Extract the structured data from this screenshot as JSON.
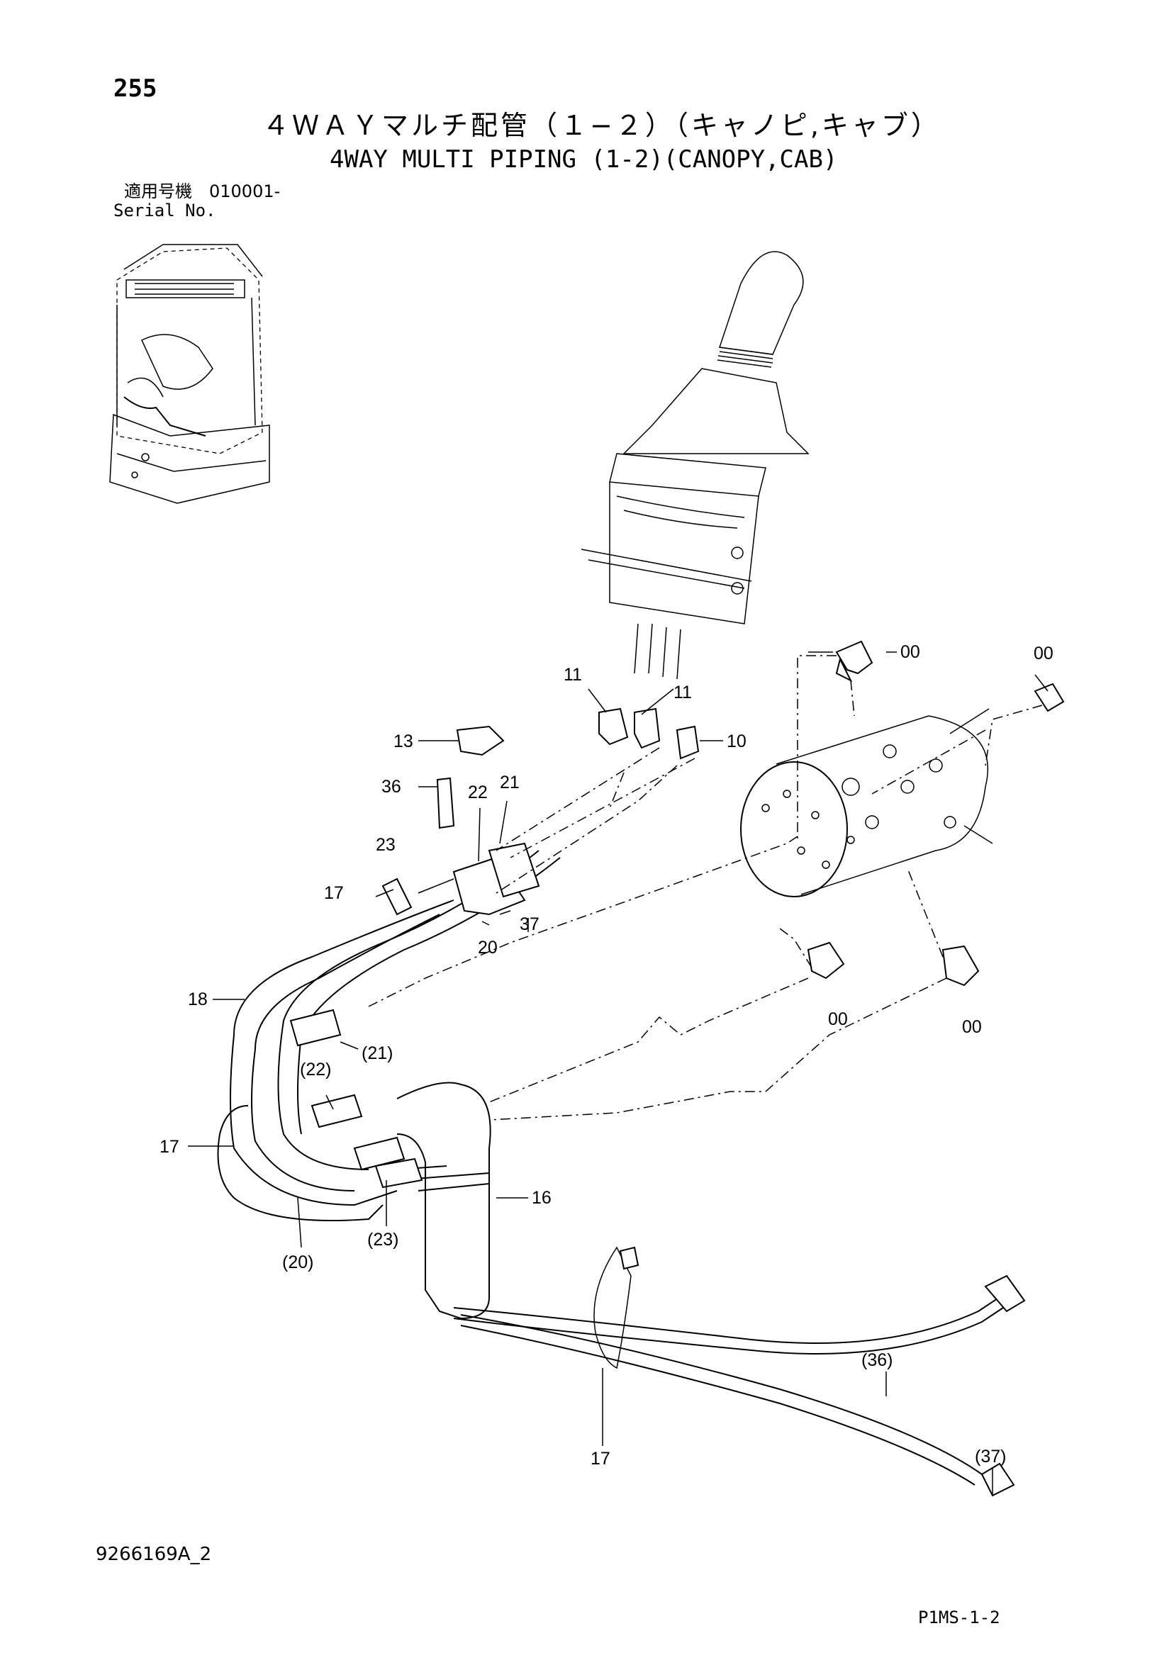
{
  "header": {
    "page_number": "255",
    "title_jp": "４ＷＡＹマルチ配管（１−２）（キャノピ,キャブ）",
    "title_en": "4WAY MULTI PIPING (1-2)(CANOPY,CAB)",
    "serial_label_jp": "適用号機　010001-",
    "serial_label_en": "Serial No."
  },
  "footer": {
    "drawing_number": "9266169A_2",
    "page_code": "P1MS-1-2"
  },
  "callouts": {
    "c00_a": "00",
    "c00_b": "00",
    "c00_c": "00",
    "c00_d": "00",
    "c11_a": "11",
    "c11_b": "11",
    "c10": "10",
    "c13": "13",
    "c36": "36",
    "c22": "22",
    "c21": "21",
    "c23": "23",
    "c17_a": "17",
    "c37": "37",
    "c20": "20",
    "c18": "18",
    "c21p": "(21)",
    "c22p": "(22)",
    "c17_b": "17",
    "c16": "16",
    "c23p": "(23)",
    "c20p": "(20)",
    "c36p": "(36)",
    "c17_c": "17",
    "c37p": "(37)"
  }
}
